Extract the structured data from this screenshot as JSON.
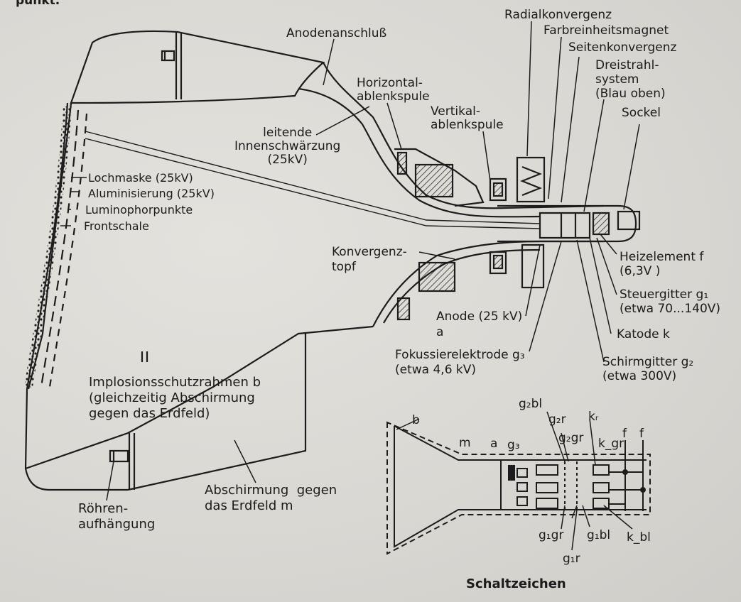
{
  "page_top_fragment": "punkt.",
  "labels": {
    "radialkonvergenz": "Radialkonvergenz",
    "farbreinheitsmagnet": "Farbreinheitsmagnet",
    "seitenkonvergenz": "Seitenkonvergenz",
    "dreistrahlsystem": "Dreistrahl-\nsystem\n(Blau oben)",
    "sockel": "Sockel",
    "anodenanschluss": "Anodenanschluß",
    "horizontalablenkspule": "Horizontal-\nablenkspule",
    "vertikalablenkspule": "Vertikal-\nablenkspule",
    "innenschwaerzung": "leitende\nInnenschwärzung\n(25kV)",
    "lochmaske": "Lochmaske (25kV)",
    "aluminisierung": "Aluminisierung (25kV)",
    "luminophorpunkte": "Luminophorpunkte",
    "frontschale": "Frontschale",
    "konvergenztopf": "Konvergenz-\ntopf",
    "heizelement": "Heizelement f\n(6,3V )",
    "steuergitter": "Steuergitter g₁\n(etwa 70...140V)",
    "katode": "Katode k",
    "schirmgitter": "Schirmgitter g₂\n(etwa 300V)",
    "anode": "Anode (25 kV)\na",
    "fokussierelektrode": "Fokussierelektrode g₃\n(etwa 4,6 kV)",
    "implosionsschutz": "Implosionsschutzrahmen b\n(gleichzeitig Abschirmung\ngegen das Erdfeld)",
    "abschirmung": "Abschirmung  gegen\ndas Erdfeld m",
    "roehrenaufhaengung": "Röhren-\naufhängung"
  },
  "symbol": {
    "title": "Schaltzeichen",
    "b": "b",
    "m": "m",
    "a": "a",
    "g3": "g₃",
    "g2bl": "g₂bl",
    "g2r": "g₂r",
    "kr": "kᵣ",
    "f1": "f",
    "f2": "f",
    "g2gr": "g₂gr",
    "kgr": "k_gr",
    "g1gr": "g₁gr",
    "g1bl": "g₁bl",
    "kbl": "k_bl",
    "g1r": "g₁r"
  }
}
